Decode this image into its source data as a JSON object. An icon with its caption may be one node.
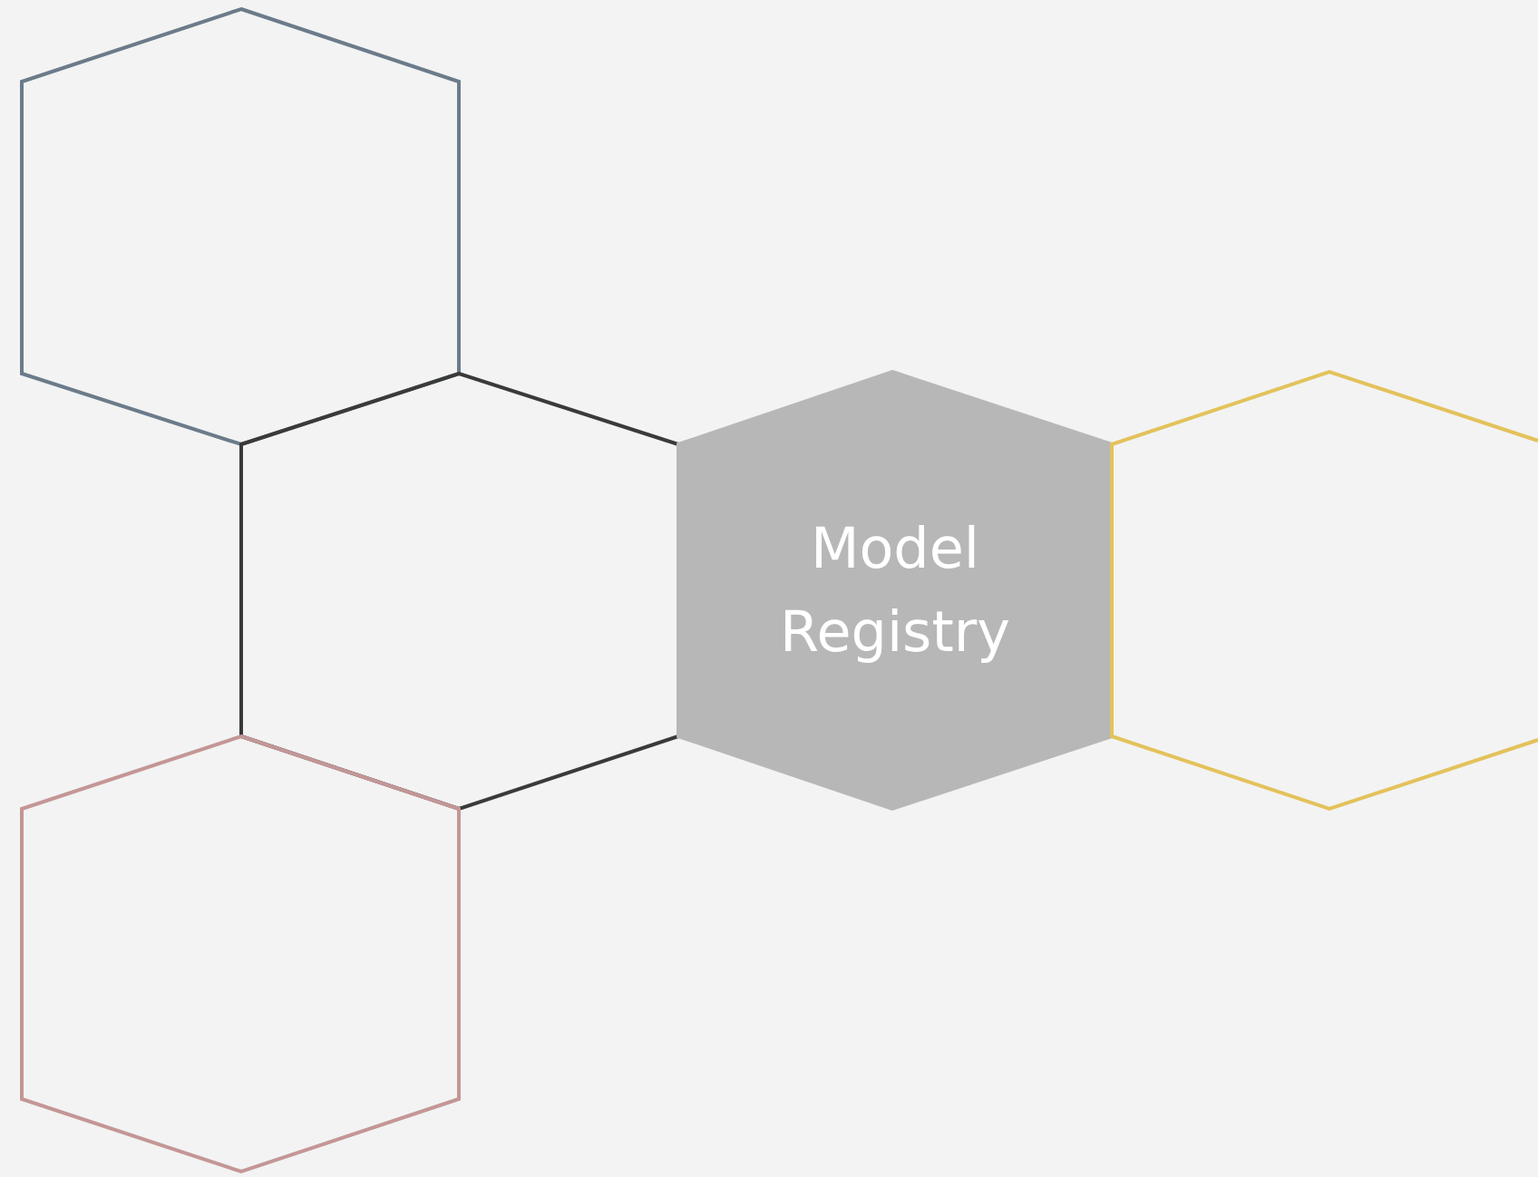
{
  "diagram": {
    "nodes": [
      {
        "text": [],
        "shape": "hexagon"
      },
      {
        "text": [],
        "shape": "hexagon"
      },
      {
        "text": [],
        "shape": "hexagon"
      },
      {
        "text": [
          "Model Registry"
        ]
      },
      {
        "text": [],
        "shape": "hexagon"
      }
    ],
    "edges": []
  }
}
